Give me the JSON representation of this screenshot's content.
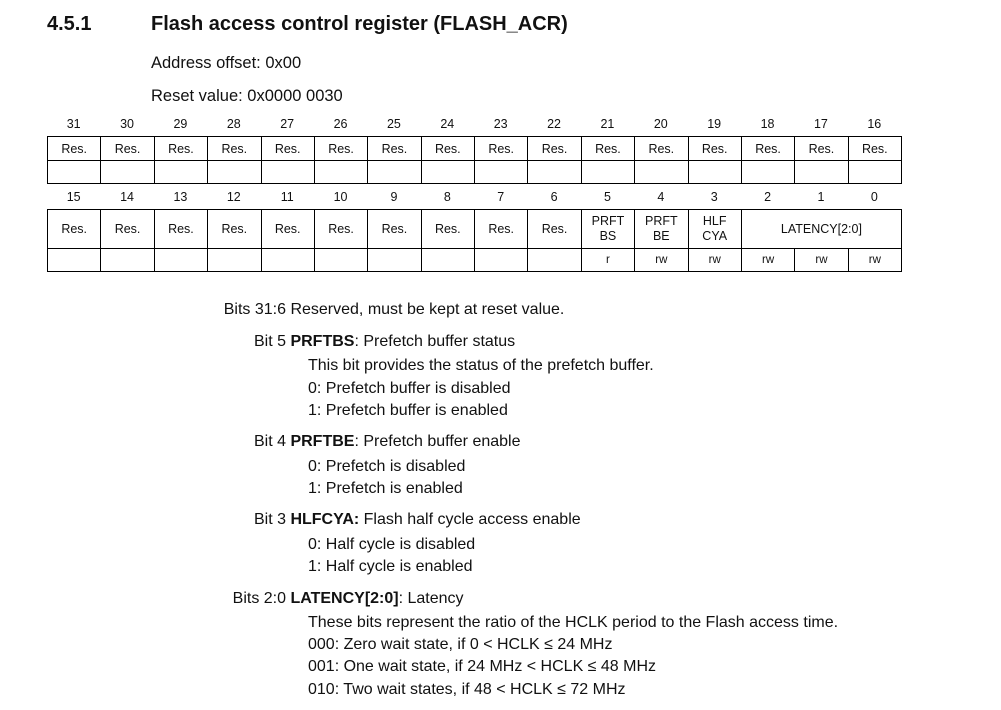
{
  "section": {
    "number": "4.5.1",
    "title": "Flash access control register (FLASH_ACR)"
  },
  "address_offset": "Address offset: 0x00",
  "reset_value": "Reset value: 0x0000 0030",
  "high_word": {
    "bits": [
      "31",
      "30",
      "29",
      "28",
      "27",
      "26",
      "25",
      "24",
      "23",
      "22",
      "21",
      "20",
      "19",
      "18",
      "17",
      "16"
    ],
    "fields": [
      "Res.",
      "Res.",
      "Res.",
      "Res.",
      "Res.",
      "Res.",
      "Res.",
      "Res.",
      "Res.",
      "Res.",
      "Res.",
      "Res.",
      "Res.",
      "Res.",
      "Res.",
      "Res."
    ]
  },
  "low_word": {
    "bits": [
      "15",
      "14",
      "13",
      "12",
      "11",
      "10",
      "9",
      "8",
      "7",
      "6",
      "5",
      "4",
      "3",
      "2",
      "1",
      "0"
    ],
    "fields": [
      "Res.",
      "Res.",
      "Res.",
      "Res.",
      "Res.",
      "Res.",
      "Res.",
      "Res.",
      "Res.",
      "Res."
    ],
    "prftbs_line1": "PRFT",
    "prftbs_line2": "BS",
    "prftbe_line1": "PRFT",
    "prftbe_line2": "BE",
    "hlfcya_line1": "HLF",
    "hlfcya_line2": "CYA",
    "latency": "LATENCY[2:0]",
    "access": [
      "r",
      "rw",
      "rw",
      "rw",
      "rw",
      "rw"
    ]
  },
  "descriptions": {
    "reserved": {
      "bits": "Bits 31:6",
      "text": "Reserved, must be kept at reset value."
    },
    "prftbs": {
      "bits": "Bit 5",
      "name": "PRFTBS",
      "title": ": Prefetch buffer status",
      "lines": [
        "This bit provides the status of the prefetch buffer.",
        "0: Prefetch buffer is disabled",
        "1: Prefetch buffer is enabled"
      ]
    },
    "prftbe": {
      "bits": "Bit 4",
      "name": "PRFTBE",
      "title": ": Prefetch buffer enable",
      "lines": [
        "0: Prefetch is disabled",
        "1: Prefetch is enabled"
      ]
    },
    "hlfcya": {
      "bits": "Bit 3",
      "name": "HLFCYA:",
      "title": " Flash half cycle access enable",
      "lines": [
        "0: Half cycle is disabled",
        "1: Half cycle is enabled"
      ]
    },
    "latency": {
      "bits": "Bits 2:0",
      "name": "LATENCY[2:0]",
      "title": ": Latency",
      "lines": [
        "These bits represent the ratio of the HCLK period to the Flash access time.",
        "000: Zero wait state, if 0 < HCLK ≤ 24 MHz",
        "001: One wait state, if 24 MHz < HCLK ≤ 48 MHz",
        "010: Two wait states, if 48 < HCLK ≤ 72 MHz"
      ]
    }
  }
}
